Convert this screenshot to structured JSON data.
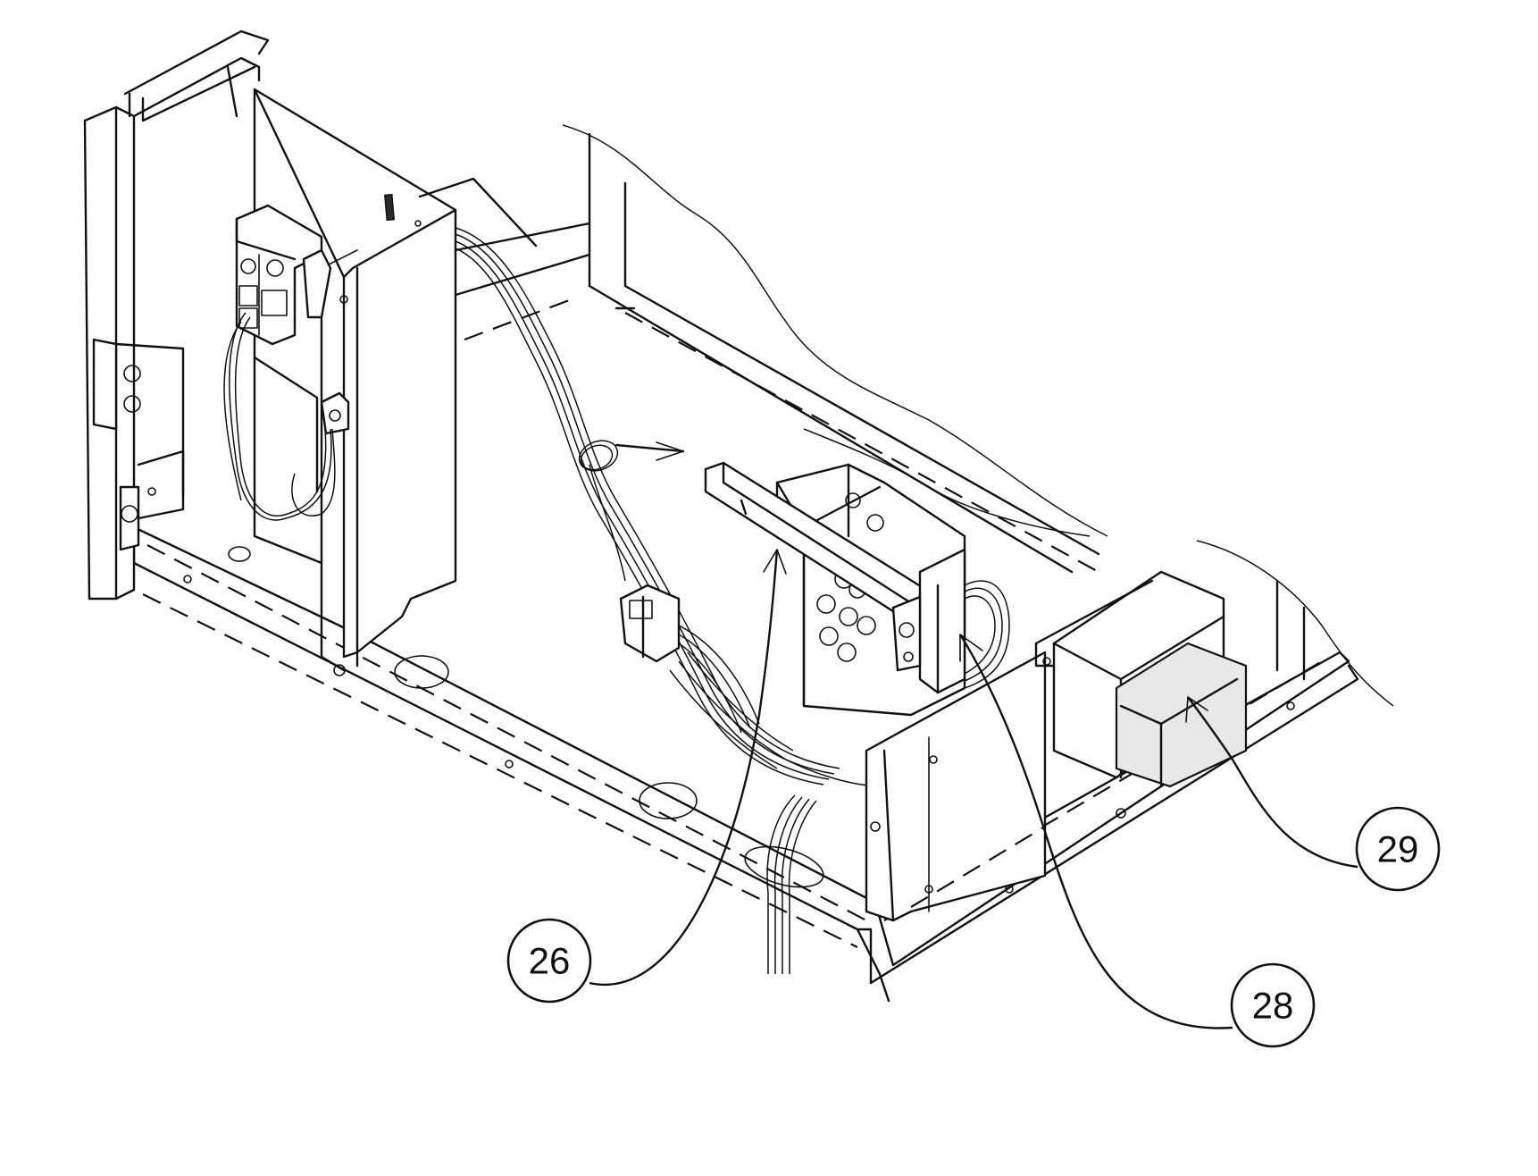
{
  "callouts": [
    {
      "id": "26",
      "label": "26"
    },
    {
      "id": "28",
      "label": "28"
    },
    {
      "id": "29",
      "label": "29"
    }
  ]
}
